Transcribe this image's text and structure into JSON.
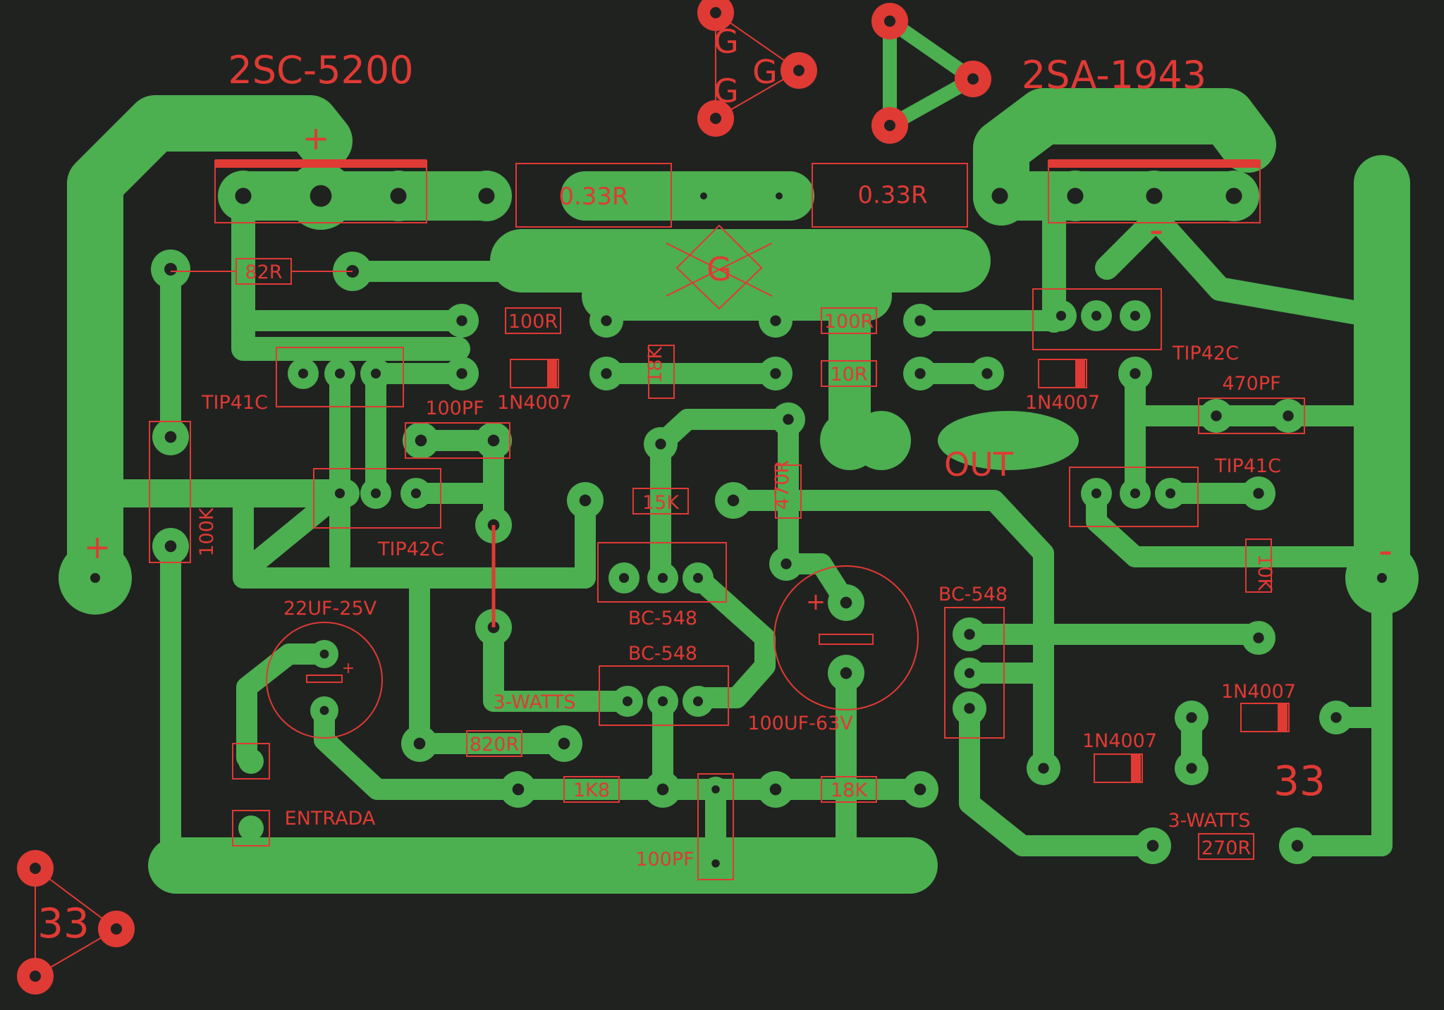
{
  "transistors": {
    "q_npn_power": "2SC-5200",
    "q_pnp_power": "2SA-1943",
    "tip41c_a": "TIP41C",
    "tip42c_a": "TIP42C",
    "tip42c_b": "TIP42C",
    "tip41c_b": "TIP41C",
    "bc548_a": "BC-548",
    "bc548_b": "BC-548",
    "bc548_c": "BC-548"
  },
  "resistors": {
    "r033_left": "0.33R",
    "r033_right": "0.33R",
    "r82": "82R",
    "r100_left": "100R",
    "r100_right": "100R",
    "r18k_v": "18K",
    "r10": "10R",
    "r15k": "15K",
    "r470": "470R",
    "r100k": "100K",
    "r820": "820R",
    "r1k8": "1K8",
    "r18k_h": "18K",
    "r10k": "10K",
    "r270": "270R"
  },
  "capacitors": {
    "c100pf_a": "100PF",
    "c470pf": "470PF",
    "c22uf": "22UF-25V",
    "c100uf": "100UF-63V",
    "c100pf_b": "100PF"
  },
  "diodes": {
    "d_left": "1N4007",
    "d_right": "1N4007",
    "d_bottom_a": "1N4007",
    "d_bottom_b": "1N4007"
  },
  "labels": {
    "watts_left": "3-WATTS",
    "watts_right": "3-WATTS",
    "out": "OUT",
    "entrada": "ENTRADA",
    "num_right": "33",
    "num_bottom": "33",
    "ground_top_1": "G",
    "ground_top_2": "G",
    "ground_top_3": "G",
    "ground_center": "G",
    "plus_top": "+",
    "plus_left": "+",
    "minus_top": "-",
    "minus_right": "-",
    "cap_plus_a": "+",
    "cap_plus_b": "+"
  },
  "colors": {
    "board": "#202220",
    "copper": "#4caf50",
    "silkscreen": "#e03a34"
  }
}
